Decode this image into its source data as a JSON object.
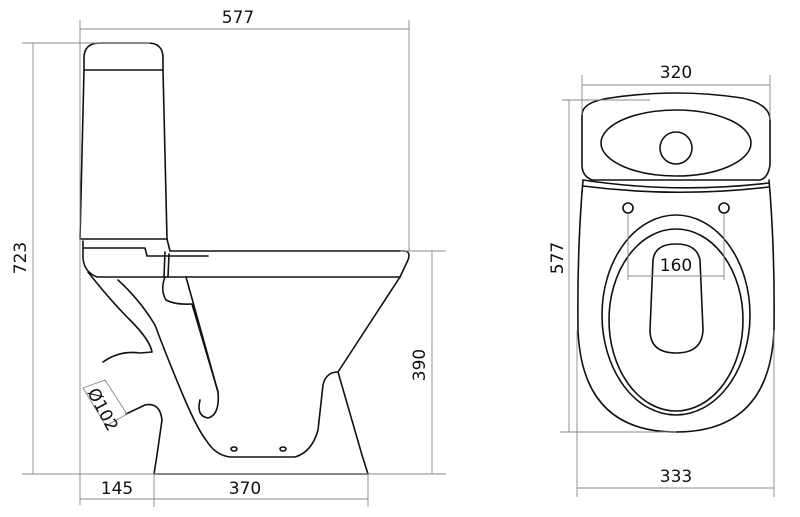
{
  "side_view": {
    "overall_width": "577",
    "overall_height": "723",
    "bowl_height": "390",
    "outlet_offset": "145",
    "base_length": "370",
    "outlet_diameter": "Ø102"
  },
  "top_view": {
    "tank_width": "320",
    "overall_length": "577",
    "bowl_width": "333",
    "bolt_spacing": "160"
  }
}
